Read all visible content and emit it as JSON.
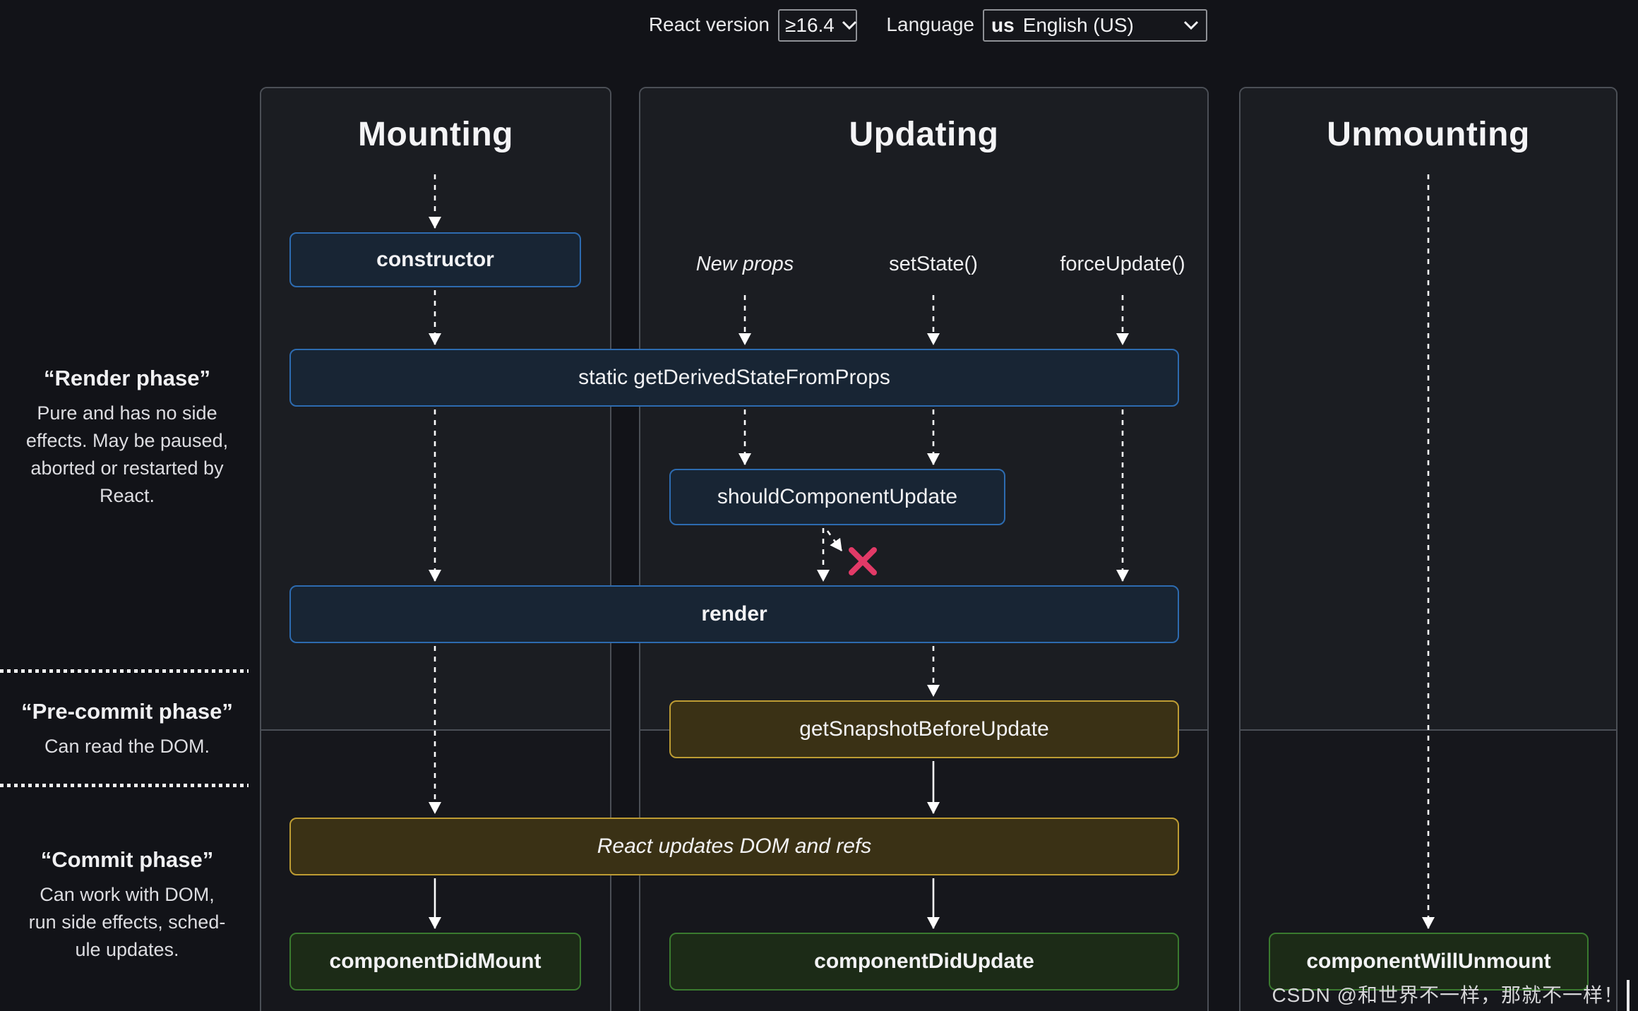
{
  "toolbar": {
    "react_version_label": "React version",
    "react_version_value": "≥16.4",
    "language_label": "Language",
    "language_flag": "us",
    "language_value": "English (US)"
  },
  "columns": {
    "mounting": "Mounting",
    "updating": "Updating",
    "unmounting": "Unmounting"
  },
  "phases": {
    "render": {
      "title": "“Render phase”",
      "description": "Pure and has no side\neffects. May be paused,\naborted or restarted by\nReact."
    },
    "pre_commit": {
      "title": "“Pre-commit phase”",
      "description": "Can read the DOM."
    },
    "commit": {
      "title": "“Commit phase”",
      "description": "Can work with DOM,\nrun side effects, sched-\nule updates."
    }
  },
  "triggers": {
    "new_props": "New props",
    "set_state": "setState()",
    "force_update": "forceUpdate()"
  },
  "boxes": {
    "constructor": "constructor",
    "get_derived_state_from_props": "static getDerivedStateFromProps",
    "should_component_update": "shouldComponentUpdate",
    "render": "render",
    "get_snapshot_before_update": "getSnapshotBeforeUpdate",
    "react_updates_dom": "React updates DOM and refs",
    "component_did_mount": "componentDidMount",
    "component_did_update": "componentDidUpdate",
    "component_will_unmount": "componentWillUnmount"
  },
  "watermark": "CSDN @和世界不一样，那就不一样！",
  "colors": {
    "background": "#121318",
    "panel_upper": "#1b1d22",
    "panel_lower": "#16171c",
    "panel_border": "#4b4f56",
    "blue_box_bg": "#182534",
    "blue_box_border": "#2d6bb0",
    "yellow_box_bg": "#3a3115",
    "yellow_box_border": "#bd9c33",
    "green_box_bg": "#1c2b17",
    "green_box_border": "#3a7a2f",
    "arrow": "#fefefe",
    "reject_x": "#e23a67"
  }
}
